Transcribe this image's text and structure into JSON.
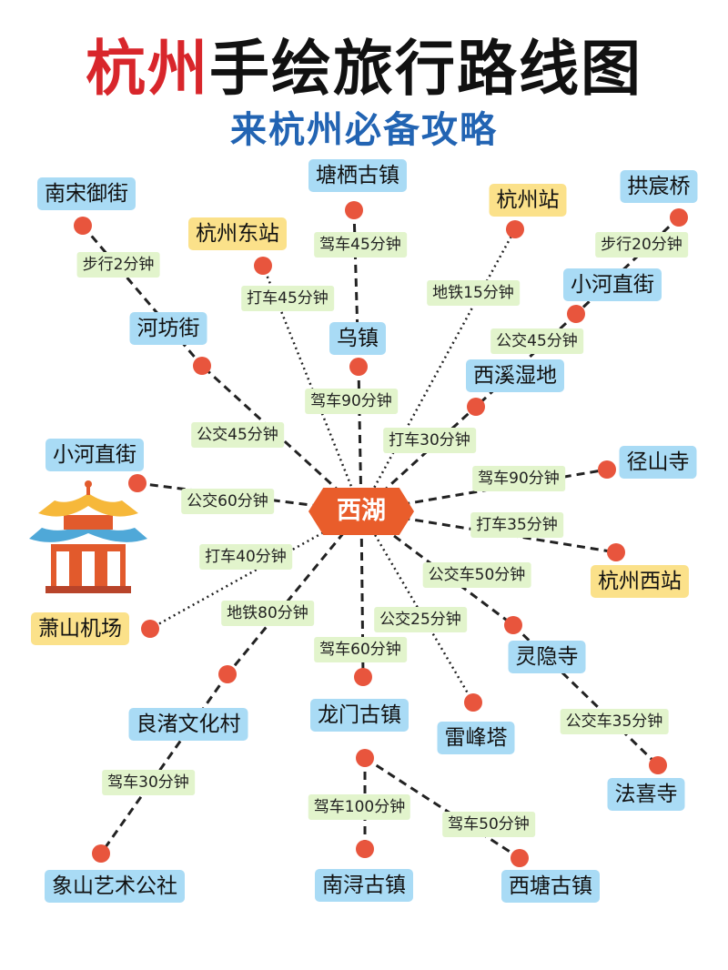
{
  "title": {
    "accent": "杭州",
    "rest": "手绘旅行路线图"
  },
  "subtitle": "来杭州必备攻略",
  "hub": "西湖",
  "places": {
    "nansong": "南宋御街",
    "tangqi": "塘栖古镇",
    "hangzhou_station": "杭州站",
    "gongchen": "拱宸桥",
    "east_station": "杭州东站",
    "xiaohe_top": "小河直街",
    "hefang": "河坊街",
    "wuzhen": "乌镇",
    "xixi": "西溪湿地",
    "xiaohe_left": "小河直街",
    "jingshan": "径山寺",
    "west_station": "杭州西站",
    "xiaoshan": "萧山机场",
    "lingyin": "灵隐寺",
    "liangzhu": "良渚文化村",
    "longmen": "龙门古镇",
    "leifeng": "雷峰塔",
    "faxi": "法喜寺",
    "xiangshan": "象山艺术公社",
    "nanxun": "南浔古镇",
    "xitang": "西塘古镇"
  },
  "routes": {
    "nansong_hefang": "步行2分钟",
    "tangqi_wuzhen": "驾车45分钟",
    "gongchen_xiaohe": "步行20分钟",
    "east_station": "打车45分钟",
    "hangzhou_station": "地铁15分钟",
    "xiaohe_xixi": "公交45分钟",
    "wuzhen": "驾车90分钟",
    "hefang": "公交45分钟",
    "xixi": "打车30分钟",
    "jingshan": "驾车90分钟",
    "xiaohe_left": "公交60分钟",
    "west_station": "打车35分钟",
    "xiaoshan_taxi": "打车40分钟",
    "lingyin": "公交车50分钟",
    "liangzhu": "地铁80分钟",
    "leifeng": "公交25分钟",
    "longmen": "驾车60分钟",
    "lingyin_faxi": "公交车35分钟",
    "liangzhu_xiangshan": "驾车30分钟",
    "longmen_nanxun": "驾车100分钟",
    "longmen_xitang": "驾车50分钟"
  },
  "colors": {
    "title_accent": "#d8262b",
    "subtitle": "#2264b3",
    "hub": "#e95d2b",
    "dot": "#e8553d",
    "place_blue": "#a9dbf5",
    "place_yellow": "#fbe18a",
    "route_label_bg": "#e2f4cc",
    "pagoda_roof": "#f6b83a",
    "pagoda_body": "#e25a2c"
  },
  "icons": {
    "pagoda": "pagoda-icon"
  }
}
